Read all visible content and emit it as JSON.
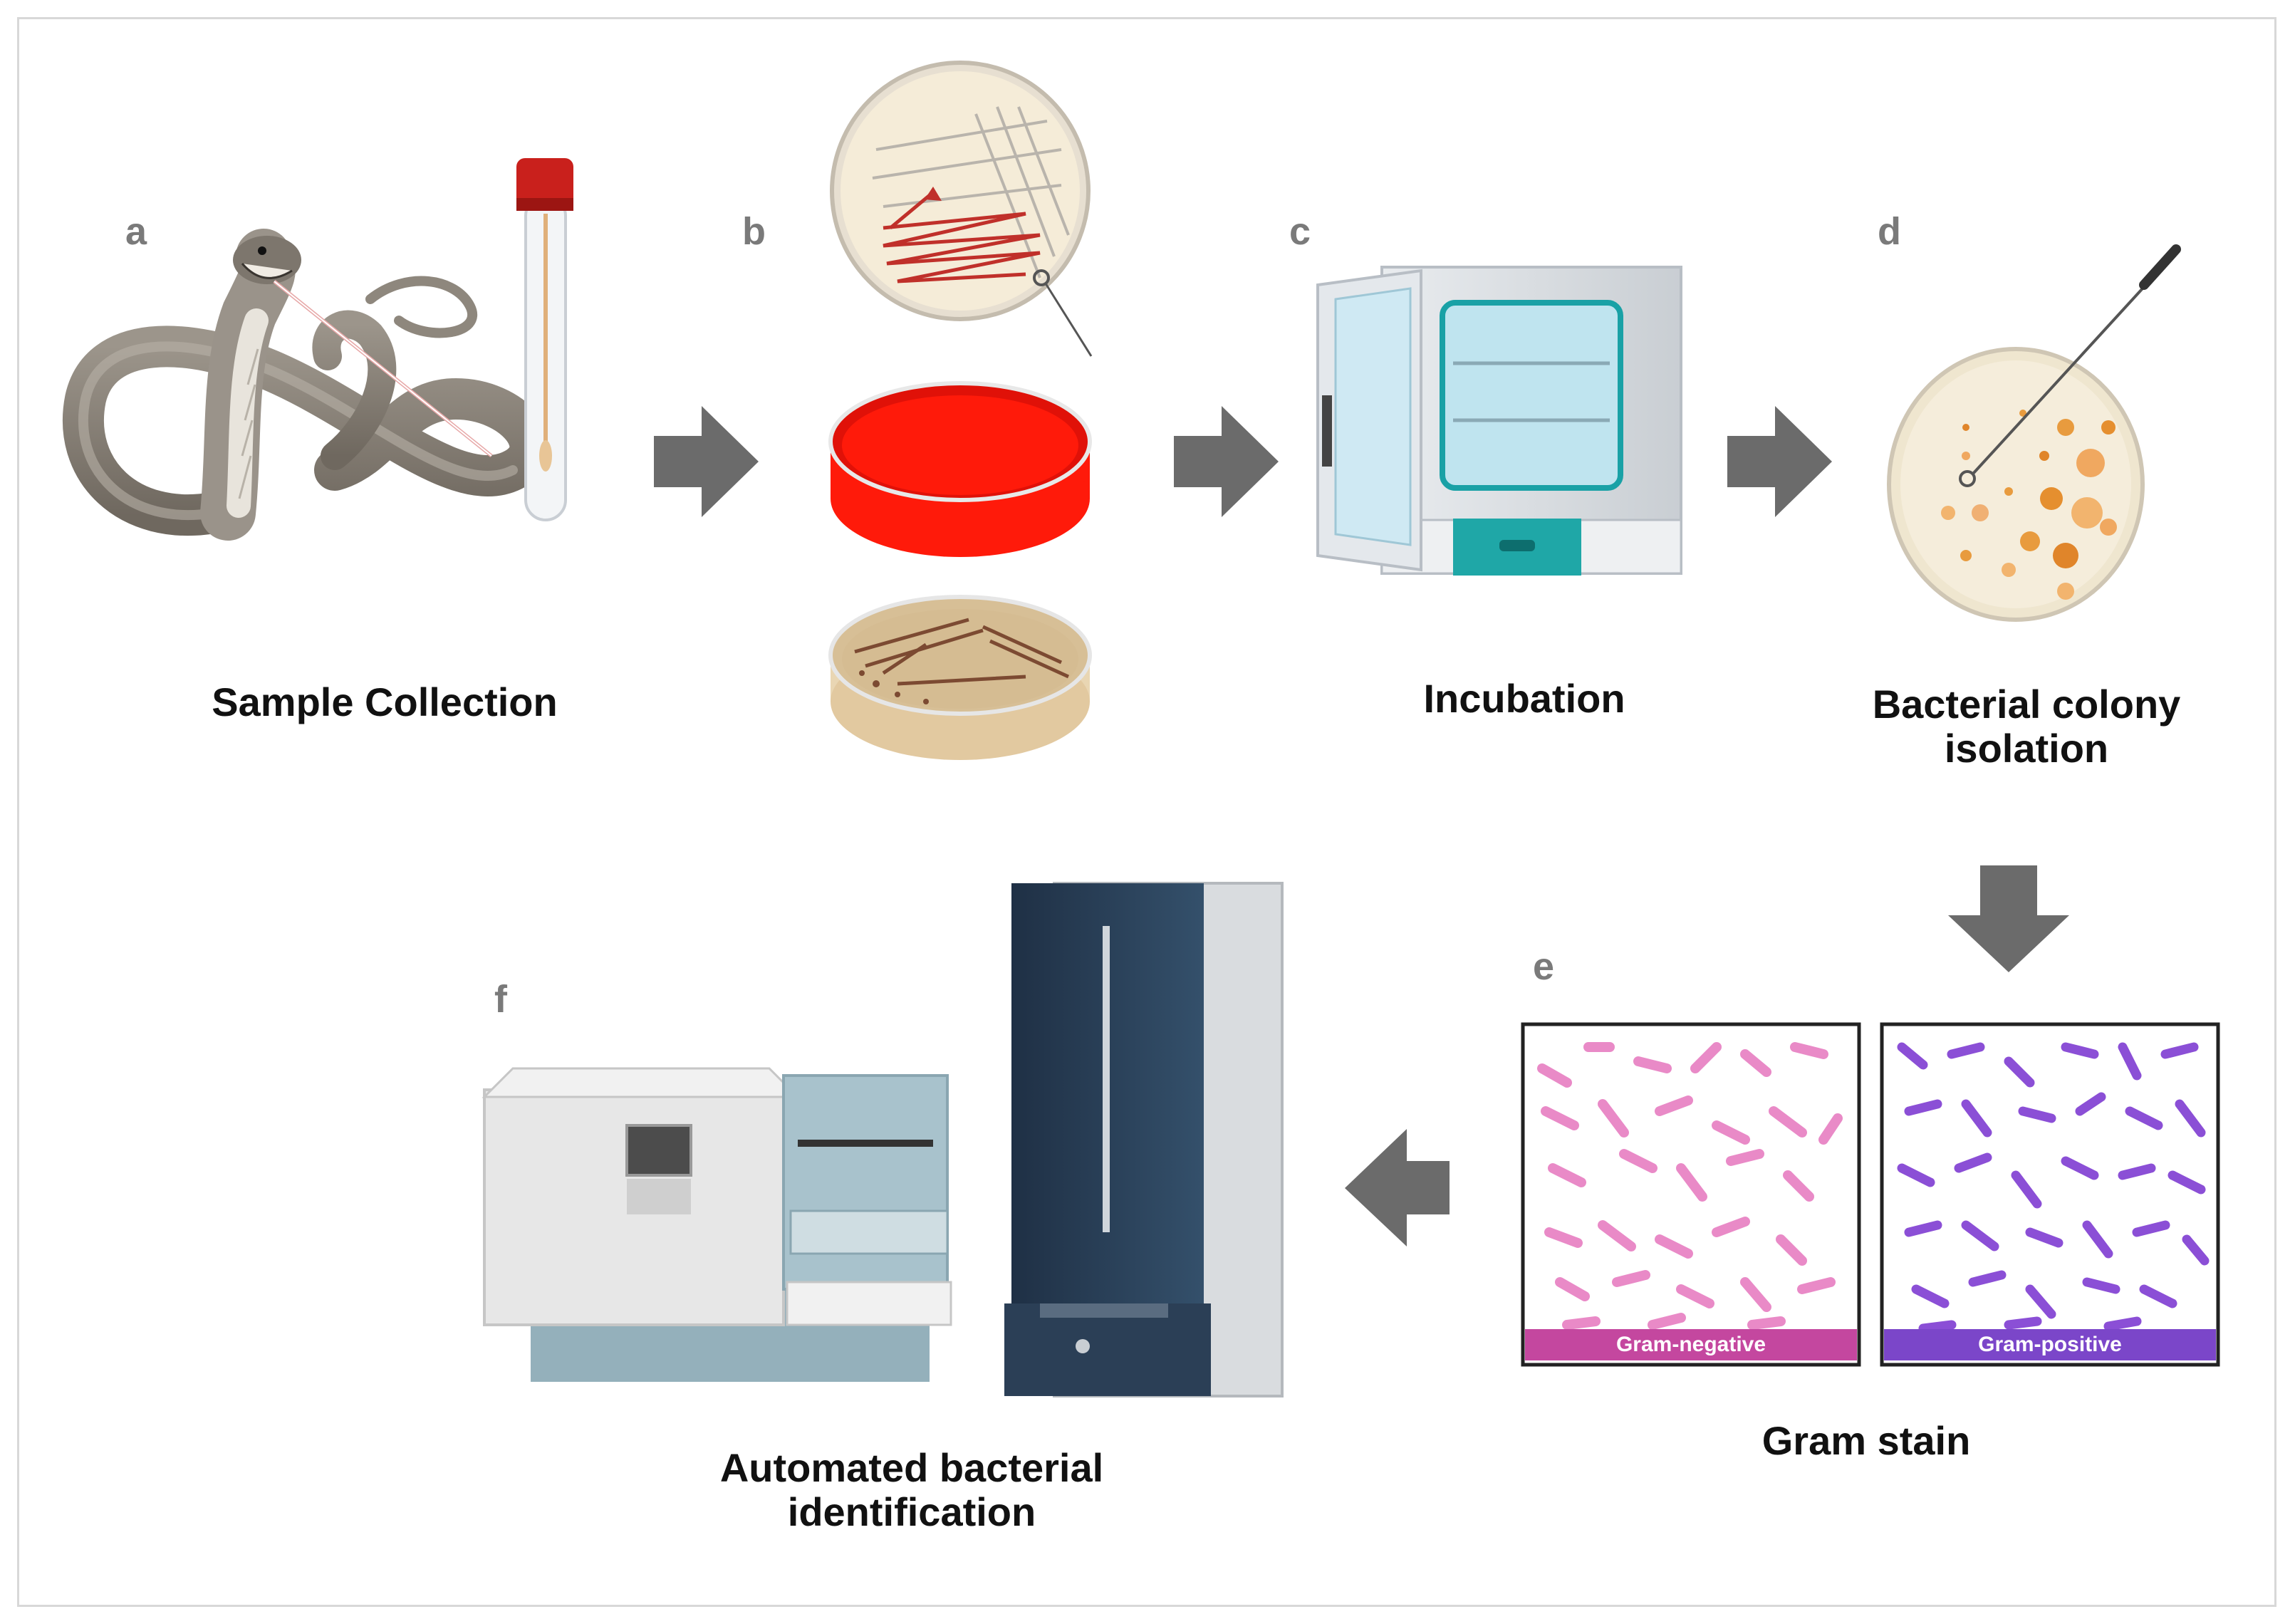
{
  "steps": [
    {
      "letter": "a",
      "label": "Sample Collection"
    },
    {
      "letter": "b",
      "label": ""
    },
    {
      "letter": "c",
      "label": "Incubation"
    },
    {
      "letter": "d",
      "label_line1": "Bacterial colony",
      "label_line2": "isolation"
    },
    {
      "letter": "e",
      "label": "Gram stain"
    },
    {
      "letter": "f",
      "label_line1": "Automated bacterial",
      "label_line2": "identification"
    }
  ],
  "gram_panels": {
    "negative": "Gram-negative",
    "positive": "Gram-positive"
  },
  "colors": {
    "arrow": "#6b6b6b",
    "letter": "#7a7a7a",
    "gram_negative": "#c4479f",
    "gram_positive": "#7b46c9",
    "blood_agar": "#ff1a0a",
    "instrument_navy": "#2b3f56"
  }
}
